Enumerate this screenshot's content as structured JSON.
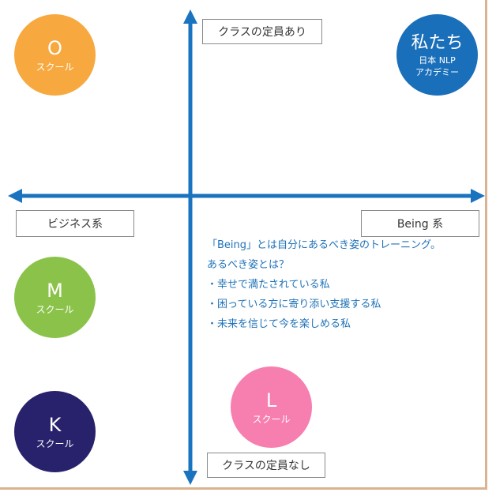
{
  "colors": {
    "axis": "#1a73bf",
    "o": "#f7a93f",
    "m": "#8bc34a",
    "k": "#27226b",
    "l": "#f77fb0",
    "us": "#1a6fba",
    "frame": "#d9b48f"
  },
  "axis_labels": {
    "top": "クラスの定員あり",
    "bottom": "クラスの定員なし",
    "left": "ビジネス系",
    "right": "Being 系"
  },
  "schools": {
    "o": {
      "letter": "O",
      "label": "スクール"
    },
    "m": {
      "letter": "M",
      "label": "スクール"
    },
    "k": {
      "letter": "K",
      "label": "スクール"
    },
    "l": {
      "letter": "L",
      "label": "スクール"
    }
  },
  "us": {
    "title": "私たち",
    "line1": "日本 NLP",
    "line2": "アカデミー"
  },
  "description": [
    "「Being」とは自分にあるべき姿のトレーニング。",
    "あるべき姿とは？",
    "・幸せで満たされている私",
    "・困っている方に寄り添い支援する私",
    "・未来を信じて今を楽しめる私"
  ]
}
